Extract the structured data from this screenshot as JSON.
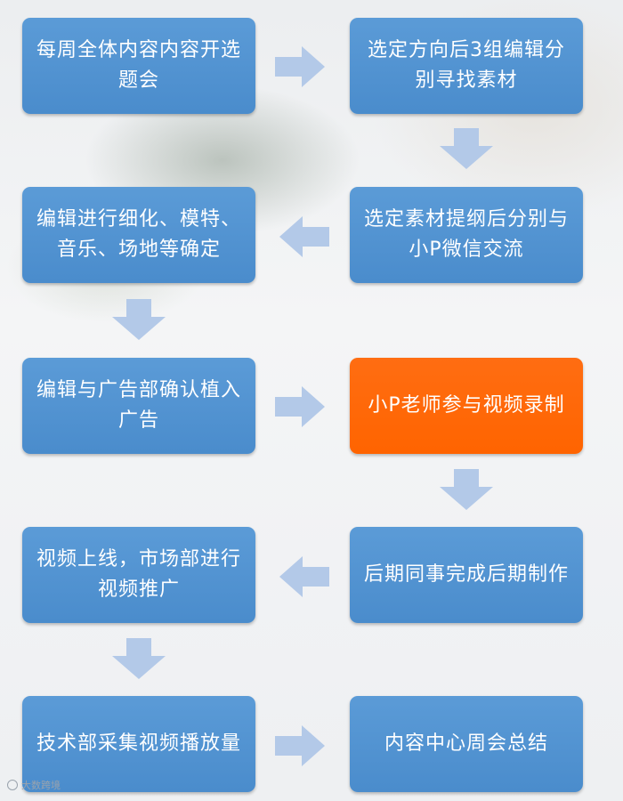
{
  "steps": [
    {
      "text": "每周全体内容内容开选题会"
    },
    {
      "text": "选定方向后3组编辑分别寻找素材"
    },
    {
      "text": "选定素材提纲后分别与小P微信交流"
    },
    {
      "text": "编辑进行细化、模特、音乐、场地等确定"
    },
    {
      "text": "编辑与广告部确认植入广告"
    },
    {
      "text": "小P老师参与视频录制"
    },
    {
      "text": "后期同事完成后期制作"
    },
    {
      "text": "视频上线，市场部进行视频推广"
    },
    {
      "text": "技术部采集视频播放量"
    },
    {
      "text": "内容中心周会总结"
    }
  ],
  "colors": {
    "box_blue": "#4f91d0",
    "box_orange": "#ff6600",
    "arrow": "#b3c9e8",
    "text": "#ffffff"
  },
  "watermark": {
    "text": "大数跨境",
    "icon": "logo-circle-icon"
  }
}
